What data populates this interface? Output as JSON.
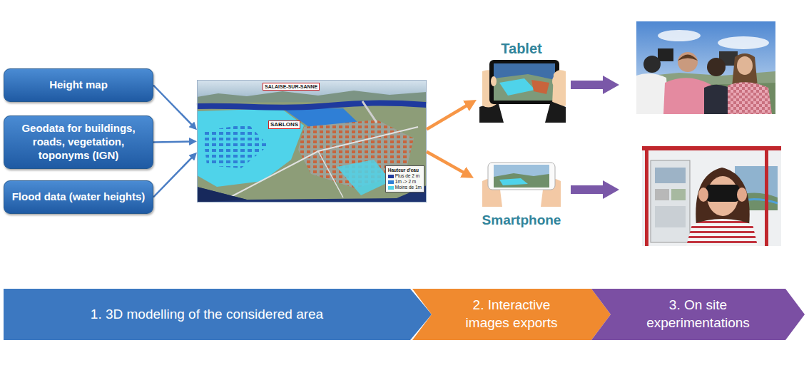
{
  "diagram": {
    "nodes": [
      {
        "text": [
          "Height map"
        ]
      },
      {
        "text": [
          "Geodata for buildings, roads, vegetation, toponyms (IGN)"
        ]
      },
      {
        "text": [
          "Flood data (water heights)"
        ]
      },
      {
        "text": [
          "SALAISE-SUR-SANNE",
          "SABLONS",
          "Hauteur d'eau"
        ]
      },
      {
        "text": [
          "Tablet"
        ]
      },
      {
        "text": [
          "Smartphone"
        ]
      },
      {
        "text": [
          "1. 3D modelling of the considered area"
        ]
      },
      {
        "text": [
          "2. Interactive images exports"
        ]
      },
      {
        "text": [
          "3. On site experimentations"
        ]
      }
    ],
    "edges": [
      {
        "from": 0,
        "to": 3,
        "arrow": "to"
      },
      {
        "from": 1,
        "to": 3,
        "arrow": "to"
      },
      {
        "from": 2,
        "to": 3,
        "arrow": "to"
      },
      {
        "from": 3,
        "to": 4,
        "arrow": "to"
      },
      {
        "from": 3,
        "to": 5,
        "arrow": "to"
      }
    ],
    "legend": [
      {
        "text": "Plus de 2 m",
        "color": "#1f3a9e"
      },
      {
        "text": "1m -> 2 m",
        "color": "#2f7fd6"
      },
      {
        "text": "Moins de 1m",
        "color": "#4fd3ea"
      }
    ]
  }
}
